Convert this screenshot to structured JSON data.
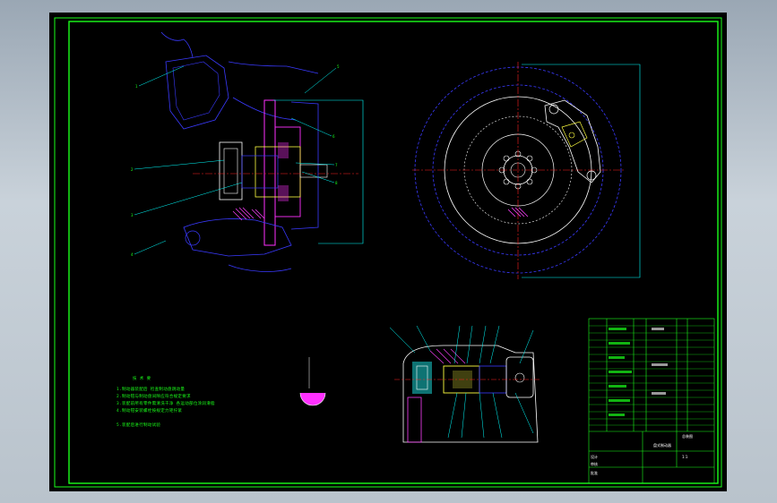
{
  "colors": {
    "frame": "#1aff1a",
    "outline": "#3030ff",
    "center": "#ff2020",
    "section": "#ff30ff",
    "leader": "#00ffff",
    "detail": "#ffffff",
    "accent": "#ffff40",
    "hatch": "#ff40ff"
  },
  "notes": {
    "title": "技 术 要",
    "lines": [
      "1.制动器装配后 检查制动盘跳动量",
      "2.制动钳与制动盘间隙应符合规定要求",
      "3.装配前所有零件需清洗干净 各运动部位涂润滑脂",
      "4.制动钳安装螺栓按规定力矩拧紧",
      "5.装配后进行制动试验"
    ]
  },
  "balloons_left": [
    "1",
    "2",
    "3",
    "4",
    "5",
    "6",
    "7",
    "8"
  ],
  "title_block": {
    "name": "盘式制动器",
    "drawing_no": "总装图",
    "scale": "1:1",
    "designer": "设计",
    "checker": "审核",
    "approver": "批准"
  }
}
